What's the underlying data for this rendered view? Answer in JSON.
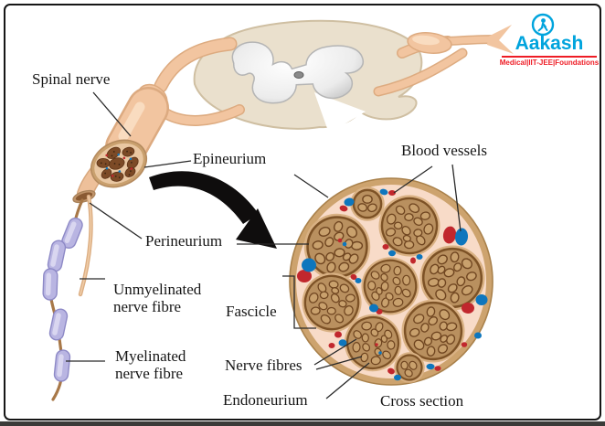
{
  "window": {
    "background": "#ffffff",
    "border_color": "#161616",
    "bottom_bar_color": "#3b3b39"
  },
  "logo": {
    "brand": "Aakash",
    "tagline": "Medical|IIT-JEE|Foundations",
    "brand_color": "#00a4dd",
    "tagline_color": "#ee1c25",
    "icon": "aakash-person-circle-icon"
  },
  "diagram": {
    "labels": {
      "spinal_nerve": "Spinal nerve",
      "epineurium": "Epineurium",
      "perineurium": "Perineurium",
      "unmyelinated_nerve_fibre": "Unmyelinated nerve fibre",
      "myelinated_nerve_fibre": "Myelinated nerve fibre",
      "blood_vessels": "Blood vessels",
      "fascicle": "Fascicle",
      "nerve_fibres": "Nerve fibres",
      "endoneurium": "Endoneurium",
      "cross_section": "Cross section"
    },
    "colors": {
      "nerve_peach": "#f2c5a0",
      "cord_beige": "#eae0cd",
      "grey_matter": "#f2f2f2",
      "cross_section_bg": "#f8dbc8",
      "epineurium_ring": "#cda36e",
      "fascicle_tan": "#b9905f",
      "fibre_tan": "#c9a16d",
      "fascicle_outline": "#7d5226",
      "myelin_lavender": "#b9b5e2",
      "blood_red": "#c1272d",
      "blood_blue": "#0e76bd"
    }
  }
}
